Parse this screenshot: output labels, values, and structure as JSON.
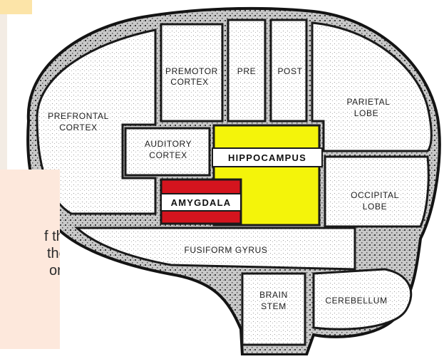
{
  "diagram": {
    "regions": {
      "premotor": [
        "PREMOTOR",
        "CORTEX"
      ],
      "pre": "PRE",
      "post": "POST",
      "parietal": [
        "PARIETAL",
        "LOBE"
      ],
      "prefrontal": [
        "PREFRONTAL",
        "CORTEX"
      ],
      "auditory": [
        "AUDITORY",
        "CORTEX"
      ],
      "hippocampus": "HIPPOCAMPUS",
      "amygdala": "AMYGDALA",
      "occipital": [
        "OCCIPITAL",
        "LOBE"
      ],
      "fusiform": "FUSIFORM GYRUS",
      "brainstem": [
        "BRAIN",
        "STEM"
      ],
      "cerebellum": "CEREBELLUM"
    },
    "colors": {
      "hippocampus_fill": "#f4f40a",
      "amygdala_fill": "#d4141e",
      "outline": "#141414"
    }
  },
  "note": {
    "lines": [
      "f the",
      "the",
      "or"
    ]
  }
}
